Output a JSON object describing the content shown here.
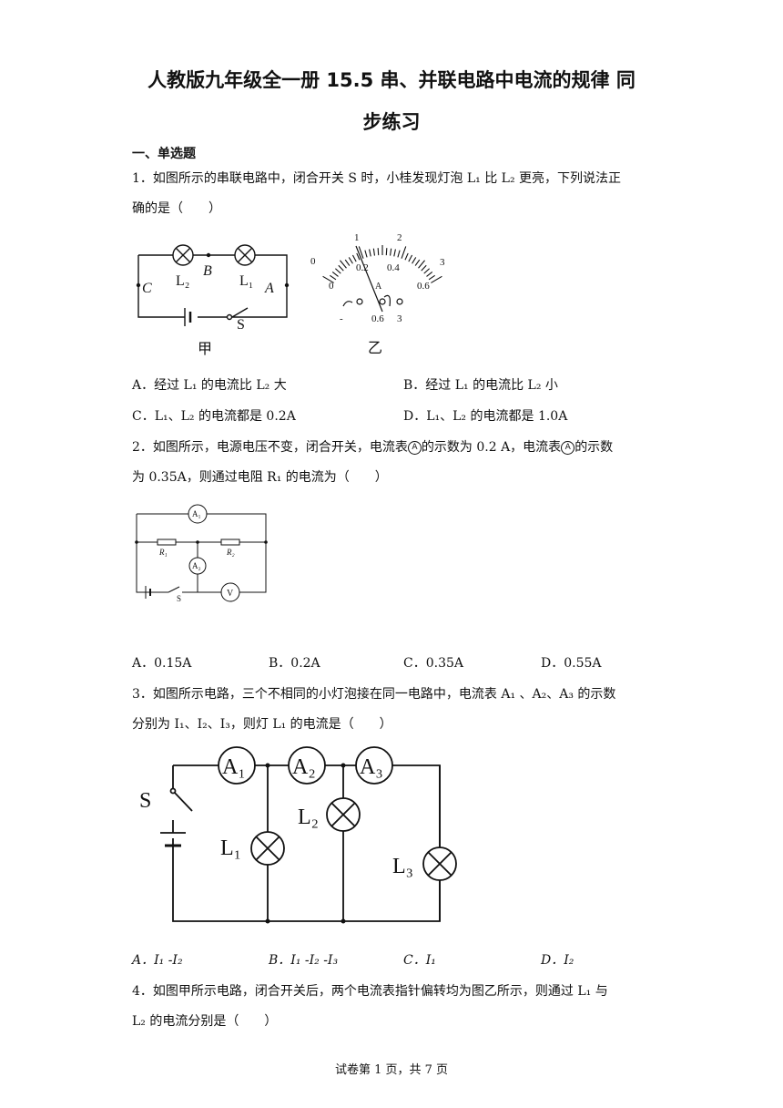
{
  "title": {
    "line1": "人教版九年级全一册 15.5 串、并联电路中电流的规律 同",
    "line2": "步练习"
  },
  "section": "一、单选题",
  "q1": {
    "line1": "1．如图所示的串联电路中，闭合开关 S 时，小桂发现灯泡 L₁ 比 L₂ 更亮，下列说法正",
    "line2": "确的是（　　）",
    "fig_jia": {
      "l2": "L₂",
      "b": "B",
      "l1": "L₁",
      "c": "C",
      "a": "A",
      "s": "S",
      "caption": "甲"
    },
    "fig_yi": {
      "t0": "0",
      "t1": "1",
      "t2": "2",
      "t3": "3",
      "b0": "0",
      "b02": "0.2",
      "b04": "0.4",
      "b06": "0.6",
      "unit": "A",
      "neg": "-",
      "term1": "0.6",
      "term2": "3",
      "caption": "乙"
    },
    "options": {
      "a": "A．经过 L₁ 的电流比 L₂ 大",
      "b": "B．经过 L₁ 的电流比 L₂ 小",
      "c": "C．L₁、L₂ 的电流都是 0.2A",
      "d": "D．L₁、L₂ 的电流都是 1.0A"
    }
  },
  "q2": {
    "line1_a": "2．如图所示，电源电压不变，闭合开关，电流表",
    "line1_m1": "A",
    "line1_b": "的示数为 0.2 A，电流表",
    "line1_m2": "A",
    "line1_c": "的示数",
    "line2": "为 0.35A，则通过电阻 R₁ 的电流为（　　）",
    "fig": {
      "a1": "A₁",
      "r1": "R₁",
      "r2": "R₂",
      "a2": "A₂",
      "s": "S",
      "v": "V"
    },
    "options": {
      "a": "A．0.15A",
      "b": "B．0.2A",
      "c": "C．0.35A",
      "d": "D．0.55A"
    }
  },
  "q3": {
    "line1": "3．如图所示电路，三个不相同的小灯泡接在同一电路中，电流表 A₁ 、A₂、A₃ 的示数",
    "line2": "分别为 I₁、I₂、I₃，则灯 L₁ 的电流是（　　）",
    "fig": {
      "a1": "A₁",
      "a2": "A₂",
      "a3": "A₃",
      "s": "S",
      "l1": "L₁",
      "l2": "L₂",
      "l3": "L₃"
    },
    "options": {
      "a": "A．I₁ -I₂",
      "b": "B．I₁ -I₂ -I₃",
      "c": "C．I₁",
      "d": "D．I₂"
    }
  },
  "q4": {
    "line1": "4．如图甲所示电路，闭合开关后，两个电流表指针偏转均为图乙所示，则通过 L₁ 与",
    "line2": "L₂ 的电流分别是（　　）"
  },
  "footer": "试卷第 1 页，共 7 页"
}
